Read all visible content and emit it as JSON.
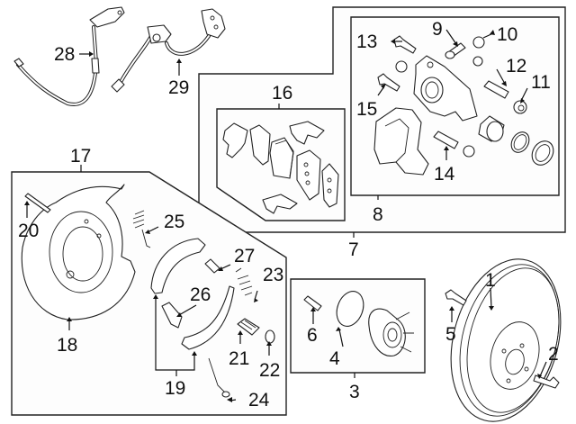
{
  "diagram": {
    "title": "Rear brake components exploded view",
    "callouts": {
      "c1": "1",
      "c2": "2",
      "c3": "3",
      "c4": "4",
      "c5": "5",
      "c6": "6",
      "c7": "7",
      "c8": "8",
      "c9": "9",
      "c10": "10",
      "c11": "11",
      "c12": "12",
      "c13": "13",
      "c14": "14",
      "c15": "15",
      "c16": "16",
      "c17": "17",
      "c18": "18",
      "c19": "19",
      "c20": "20",
      "c21": "21",
      "c22": "22",
      "c23": "23",
      "c24": "24",
      "c25": "25",
      "c26": "26",
      "c27": "27",
      "c28": "28",
      "c29": "29"
    },
    "groups": [
      {
        "callout": "7",
        "contains": [
          "8",
          "16"
        ]
      },
      {
        "callout": "8",
        "contains": [
          "9",
          "10",
          "11",
          "12",
          "13",
          "14",
          "15"
        ]
      },
      {
        "callout": "16",
        "contains": []
      },
      {
        "callout": "17",
        "contains": [
          "18",
          "19",
          "20",
          "21",
          "22",
          "23",
          "24",
          "25",
          "26",
          "27"
        ]
      },
      {
        "callout": "3",
        "contains": [
          "4",
          "6"
        ]
      }
    ],
    "parts": [
      {
        "callout": "1",
        "icon": "brake-rotor-icon"
      },
      {
        "callout": "2",
        "icon": "bolt-icon"
      },
      {
        "callout": "3",
        "icon": "hub-bearing-icon"
      },
      {
        "callout": "4",
        "icon": "o-ring-icon"
      },
      {
        "callout": "5",
        "icon": "bolt-icon"
      },
      {
        "callout": "6",
        "icon": "stud-icon"
      },
      {
        "callout": "8",
        "icon": "caliper-icon"
      },
      {
        "callout": "9",
        "icon": "bleeder-icon"
      },
      {
        "callout": "10",
        "icon": "cap-icon"
      },
      {
        "callout": "11",
        "icon": "nut-icon"
      },
      {
        "callout": "12",
        "icon": "guide-pin-icon"
      },
      {
        "callout": "13",
        "icon": "bolt-icon"
      },
      {
        "callout": "14",
        "icon": "guide-pin-icon"
      },
      {
        "callout": "15",
        "icon": "bolt-icon"
      },
      {
        "callout": "16",
        "icon": "brake-pads-icon"
      },
      {
        "callout": "18",
        "icon": "backing-plate-icon"
      },
      {
        "callout": "19",
        "icon": "brake-shoes-icon"
      },
      {
        "callout": "20",
        "icon": "pin-icon"
      },
      {
        "callout": "21",
        "icon": "spring-icon"
      },
      {
        "callout": "22",
        "icon": "plug-icon"
      },
      {
        "callout": "23",
        "icon": "spring-icon"
      },
      {
        "callout": "24",
        "icon": "hold-down-pin-icon"
      },
      {
        "callout": "25",
        "icon": "spring-icon"
      },
      {
        "callout": "26",
        "icon": "adjuster-icon"
      },
      {
        "callout": "27",
        "icon": "strut-icon"
      },
      {
        "callout": "28",
        "icon": "brake-hose-icon"
      },
      {
        "callout": "29",
        "icon": "abs-sensor-icon"
      }
    ]
  }
}
